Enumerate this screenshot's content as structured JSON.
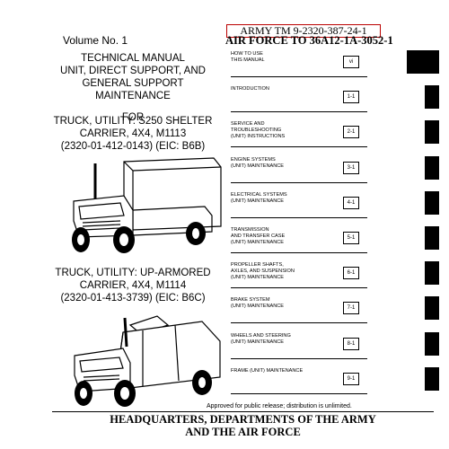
{
  "header": {
    "volume": "Volume No. 1",
    "army_tm": "ARMY TM 9-2320-387-24-1",
    "airforce_tm": "AIR FORCE TO 36A12-1A-3052-1"
  },
  "title": {
    "line1": "TECHNICAL MANUAL",
    "line2": "UNIT, DIRECT SUPPORT, AND",
    "line3": "GENERAL SUPPORT MAINTENANCE",
    "line4": "FOR"
  },
  "truck1": {
    "line1": "TRUCK, UTILITY: S250 SHELTER",
    "line2": "CARRIER, 4X4, M1113",
    "line3": "(2320-01-412-0143) (EIC: B6B)"
  },
  "truck2": {
    "line1": "TRUCK, UTILITY: UP-ARMORED",
    "line2": "CARRIER, 4X4, M1114",
    "line3": "(2320-01-413-3739) (EIC: B6C)"
  },
  "toc": [
    {
      "l1": "HOW TO USE",
      "l2": "THIS MANUAL",
      "l3": "",
      "page": "vi"
    },
    {
      "l1": "INTRODUCTION",
      "l2": "",
      "l3": "",
      "page": "1-1"
    },
    {
      "l1": "SERVICE AND",
      "l2": "TROUBLESHOOTING",
      "l3": "(UNIT) INSTRUCTIONS",
      "page": "2-1"
    },
    {
      "l1": "ENGINE SYSTEMS",
      "l2": "(UNIT) MAINTENANCE",
      "l3": "",
      "page": "3-1"
    },
    {
      "l1": "ELECTRICAL SYSTEMS",
      "l2": "(UNIT) MAINTENANCE",
      "l3": "",
      "page": "4-1"
    },
    {
      "l1": "TRANSMISSION",
      "l2": "AND TRANSFER CASE",
      "l3": "(UNIT) MAINTENANCE",
      "page": "5-1"
    },
    {
      "l1": "PROPELLER SHAFTS,",
      "l2": "AXLES, AND SUSPENSION",
      "l3": "(UNIT) MAINTENANCE",
      "page": "6-1"
    },
    {
      "l1": "BRAKE SYSTEM",
      "l2": "(UNIT) MAINTENANCE",
      "l3": "",
      "page": "7-1"
    },
    {
      "l1": "WHEELS AND STEERING",
      "l2": "(UNIT) MAINTENANCE",
      "l3": "",
      "page": "8-1"
    },
    {
      "l1": "FRAME (UNIT) MAINTENANCE",
      "l2": "",
      "l3": "",
      "page": "9-1"
    }
  ],
  "footer": {
    "release": "Approved for public release; distribution is unlimited.",
    "hq1": "HEADQUARTERS, DEPARTMENTS OF THE ARMY",
    "hq2": "AND THE AIR FORCE"
  }
}
